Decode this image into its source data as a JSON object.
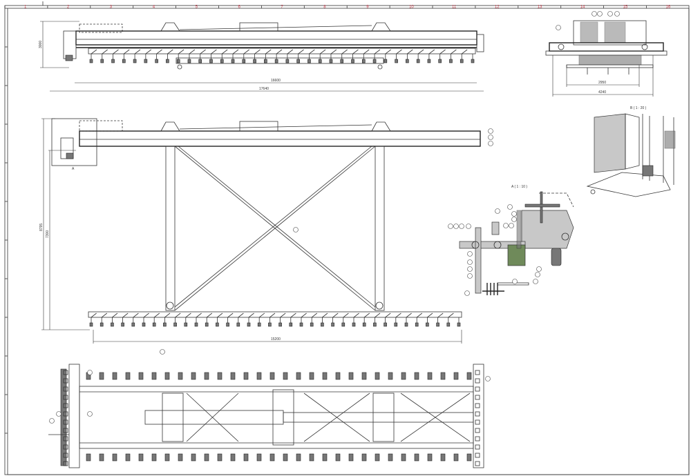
{
  "sheet": {
    "column_labels": [
      "1",
      "2",
      "3",
      "4",
      "5",
      "6",
      "7",
      "8",
      "9",
      "10",
      "11",
      "12",
      "13",
      "14",
      "15",
      "16"
    ],
    "ruler_color": "#d04050"
  },
  "side_view": {
    "dim_height": "3000",
    "dim_rail_span": "16600",
    "dim_overall_length": "17640"
  },
  "front_view": {
    "dim_overall_height": "8795",
    "dim_lift_height": "7300",
    "dim_spreader_length": "15200",
    "detail_marker": "A"
  },
  "end_view": {
    "dim_inner_width": "2950",
    "dim_outer_width": "4240"
  },
  "detail_a": {
    "title": "A ( 1 : 10 )"
  },
  "detail_b": {
    "title": "B ( 1 : 20 )"
  }
}
